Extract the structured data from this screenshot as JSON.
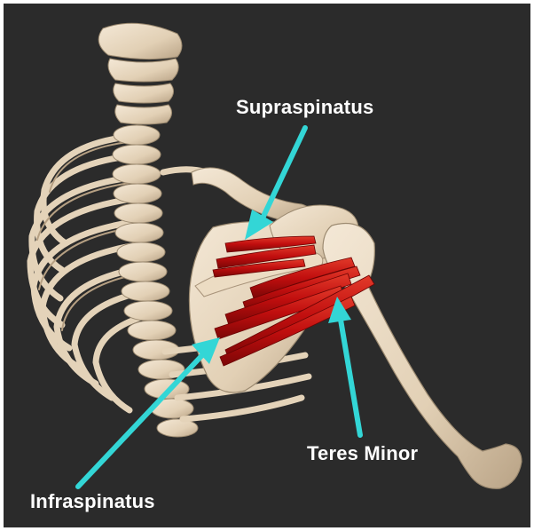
{
  "labels": {
    "supraspinatus": "Supraspinatus",
    "infraspinatus": "Infraspinatus",
    "teres_minor": "Teres Minor"
  },
  "colors": {
    "background": "#2b2b2b",
    "bone": "#e6d6bf",
    "bone_shadow": "#b8a385",
    "muscle": "#c00e0e",
    "muscle_highlight": "#e23a2a",
    "arrow": "#33d6d6",
    "label_text": "#ffffff"
  },
  "icons": {
    "supraspinatus_pointer": "arrow-icon",
    "infraspinatus_pointer": "arrow-icon",
    "teres_minor_pointer": "arrow-icon"
  }
}
